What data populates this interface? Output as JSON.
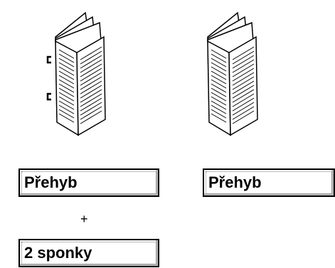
{
  "options": {
    "left": {
      "fold_label": "Přehyb",
      "plus": "+",
      "staples_label": "2 sponky",
      "illustration": "stapled-folded-booklet-icon"
    },
    "right": {
      "fold_label": "Přehyb",
      "illustration": "folded-booklet-icon"
    }
  }
}
